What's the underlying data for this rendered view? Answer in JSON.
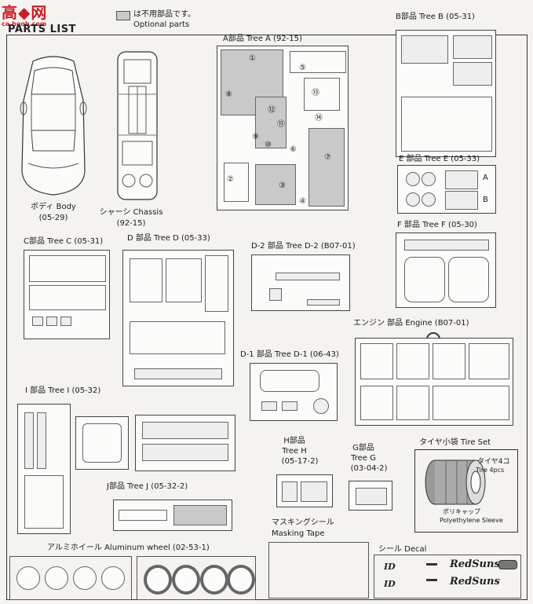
{
  "watermark": {
    "main": "高◆网",
    "sub": "ca.hooh.com"
  },
  "header": {
    "title": "PARTS LIST",
    "legend_jp": "は不用部品です。",
    "legend_en": "Optional parts"
  },
  "labels": {
    "body": "ボディ Body",
    "body_code": "(05-29)",
    "chassis": "シャーシ Chassis",
    "chassis_code": "(92-15)",
    "tree_a": "A部品 Tree A (92-15)",
    "tree_b": "B部品 Tree B (05-31)",
    "tree_e": "E 部品 Tree E (05-33)",
    "tree_f": "F 部品 Tree F (05-30)",
    "tree_c": "C部品 Tree C (05-31)",
    "tree_d": "D 部品 Tree D (05-33)",
    "tree_d2": "D-2 部品 Tree D-2 (B07-01)",
    "engine": "エンジン 部品 Engine (B07-01)",
    "tree_d1": "D-1 部品 Tree D-1 (06-43)",
    "tree_i": "I 部品 Tree I (05-32)",
    "tree_h": "H部品",
    "tree_h2": "Tree H",
    "tree_h_code": "(05-17-2)",
    "tree_g": "G部品",
    "tree_g2": "Tree G",
    "tree_g_code": "(03-04-2)",
    "tree_j": "J部品 Tree J (05-32-2)",
    "tire_set": "タイヤ小袋 Tire Set",
    "tire_jp": "タイヤ4コ",
    "tire_en": "Tire 4pcs",
    "poly_jp": "ポリキャップ",
    "poly_en": "Polyethylene Sleeve",
    "masking_jp": "マスキングシール",
    "masking_en": "Masking Tape",
    "decal": "シール Decal",
    "aluminum": "アルミホイール Aluminum wheel (02-53-1)"
  },
  "decal_logos": {
    "reds1": "RedSuns",
    "reds2": "RedSuns",
    "ind1": "ID",
    "ind2": "ID"
  },
  "part_numbers": {
    "a": [
      "①",
      "②",
      "③",
      "④",
      "⑤",
      "⑥",
      "⑦",
      "⑧",
      "⑨",
      "⑩",
      "⑪",
      "⑫",
      "⑬",
      "⑭"
    ],
    "e_tags": [
      "A",
      "B"
    ]
  },
  "colors": {
    "optional_gray": "#c9c9c9",
    "line": "#444444",
    "watermark": "#c8202a"
  }
}
